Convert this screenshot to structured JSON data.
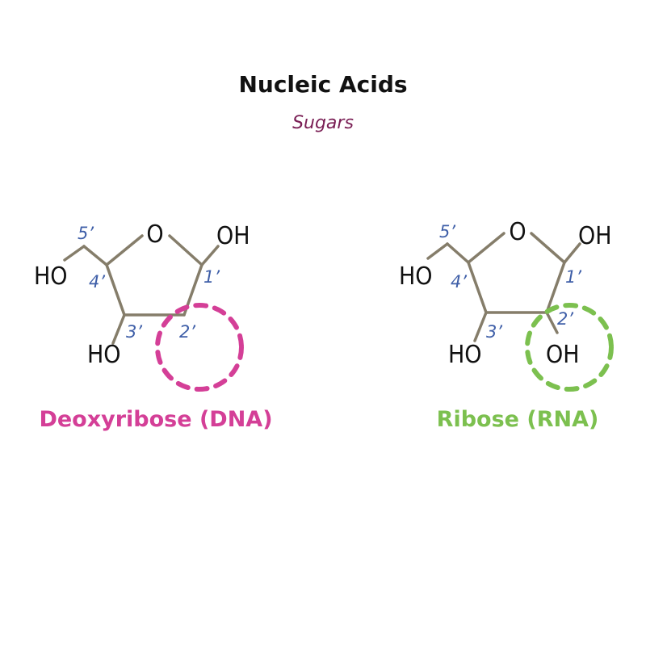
{
  "title": "Nucleic Acids",
  "subtitle": "Sugars",
  "colors": {
    "title": "#111111",
    "subtitle": "#7a1f55",
    "bond": "#857d6a",
    "position_label": "#3f5fa8",
    "dna": "#d43f97",
    "rna": "#7cc04f"
  },
  "molecules": [
    {
      "name": "Deoxyribose (DNA)",
      "ring_oxygen": "O",
      "c1_group": "OH",
      "c5_group": "HO",
      "c3_group": "HO",
      "c2_group": "",
      "positions": [
        "1’",
        "2’",
        "3’",
        "4’",
        "5’"
      ]
    },
    {
      "name": "Ribose (RNA)",
      "ring_oxygen": "O",
      "c1_group": "OH",
      "c5_group": "HO",
      "c3_group": "HO",
      "c2_group": "OH",
      "positions": [
        "1’",
        "2’",
        "3’",
        "4’",
        "5’"
      ]
    }
  ]
}
